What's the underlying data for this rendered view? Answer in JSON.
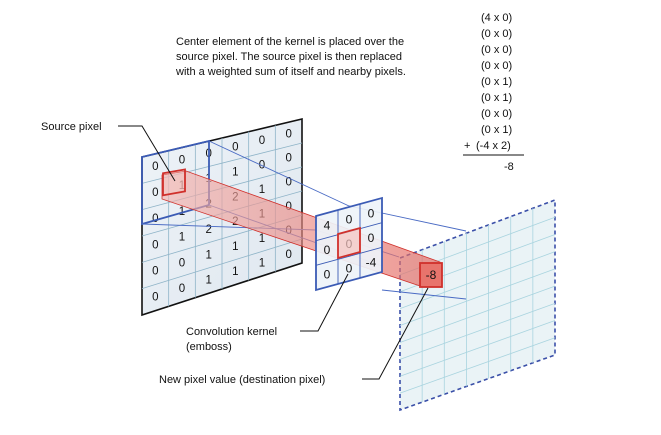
{
  "description_lines": [
    "Center element of the kernel is placed over the",
    "source pixel. The source pixel is then replaced",
    "with a weighted sum of itself and nearby pixels."
  ],
  "calculation": {
    "terms": [
      "(4 x 0)",
      "(0 x 0)",
      "(0 x 0)",
      "(0 x 0)",
      "(0 x 1)",
      "(0 x 1)",
      "(0 x 0)",
      "(0 x 1)"
    ],
    "plus_sign": "+",
    "last_term": "(-4 x 2)",
    "total": "-8"
  },
  "labels": {
    "source_pixel": "Source pixel",
    "kernel_line1": "Convolution kernel",
    "kernel_line2": "(emboss)",
    "new_pixel": "New pixel value (destination pixel)"
  },
  "source_grid": [
    [
      "0",
      "0",
      "0",
      "0",
      "0",
      "0"
    ],
    [
      "0",
      "1",
      "1",
      "1",
      "0",
      "0"
    ],
    [
      "0",
      "1",
      "2",
      "2",
      "1",
      "0"
    ],
    [
      "0",
      "1",
      "2",
      "2",
      "1",
      "0"
    ],
    [
      "0",
      "0",
      "1",
      "1",
      "1",
      "0"
    ],
    [
      "0",
      "0",
      "1",
      "1",
      "1",
      "0"
    ]
  ],
  "kernel_grid": [
    [
      "4",
      "0",
      "0"
    ],
    [
      "0",
      "0",
      "0"
    ],
    [
      "0",
      "0",
      "-4"
    ]
  ],
  "destination_value": "-8",
  "colors": {
    "grid_blue": "#3b5bb5",
    "highlight_red": "#d0302b",
    "beam_fill": "#e87a73",
    "dest_blue": "#3a4fa8"
  }
}
